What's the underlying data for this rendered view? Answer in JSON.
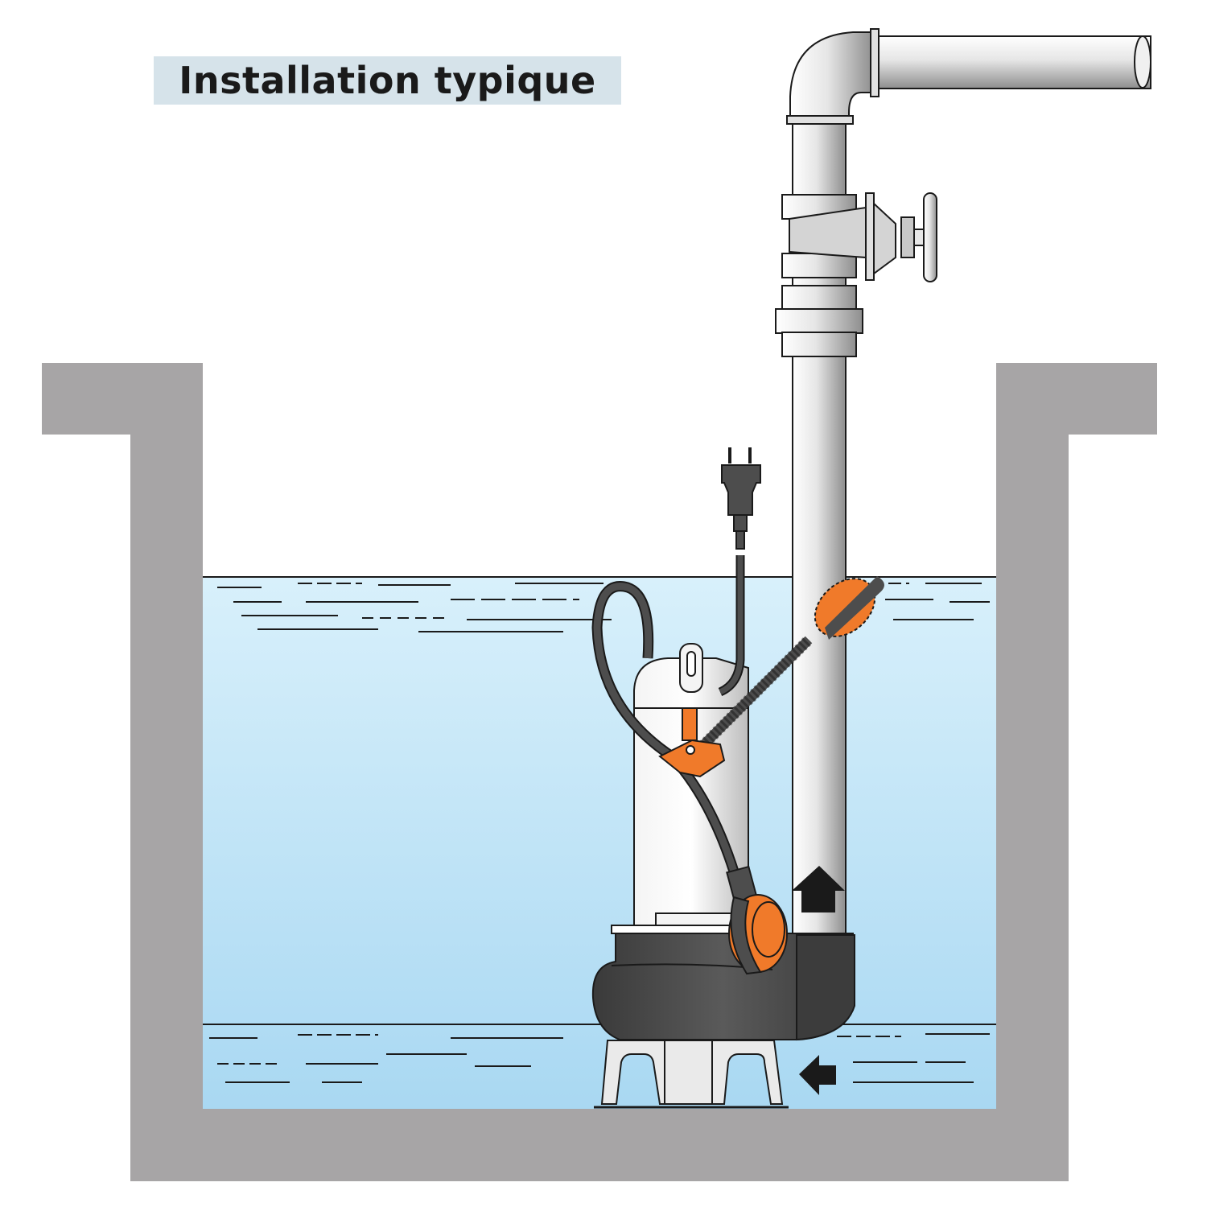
{
  "title": "Installation typique",
  "colors": {
    "background": "#ffffff",
    "title_box": "#d6e3ea",
    "pit_wall": "#a7a5a6",
    "water_top": "#d8f0fb",
    "water_bottom": "#a9d8f2",
    "pipe_light": "#f2f2f2",
    "pipe_shade": "#9a9a9a",
    "pump_housing": "#4a4a4a",
    "float_orange": "#f07a2a",
    "cable": "#4d4d4d",
    "arrow": "#1a1a1a",
    "outline": "#1a1a1a"
  },
  "diagram": {
    "elements": [
      {
        "name": "concrete-pit",
        "description": "U-shaped concrete sump pit with top rims"
      },
      {
        "name": "water",
        "description": "water filling the pit, with dashed ripple lines"
      },
      {
        "name": "low-water-level",
        "description": "lower water level line near pump base"
      },
      {
        "name": "submersible-pump",
        "description": "stainless steel motor body with black volute housing and legs"
      },
      {
        "name": "discharge-pipe",
        "description": "vertical pipe rising from pump outlet"
      },
      {
        "name": "gate-valve",
        "description": "valve with handwheel on discharge pipe"
      },
      {
        "name": "pipe-elbow",
        "description": "90-degree elbow to horizontal outlet pipe"
      },
      {
        "name": "power-plug",
        "description": "Schuko plug on power cable"
      },
      {
        "name": "float-switch-high",
        "description": "orange float switch, upper position (dashed)"
      },
      {
        "name": "float-switch-low",
        "description": "orange float switch, lower position"
      },
      {
        "name": "flow-arrow-up",
        "description": "arrow indicating upward flow in discharge pipe"
      },
      {
        "name": "flow-arrow-in",
        "description": "arrow indicating water intake at pump base"
      }
    ]
  }
}
